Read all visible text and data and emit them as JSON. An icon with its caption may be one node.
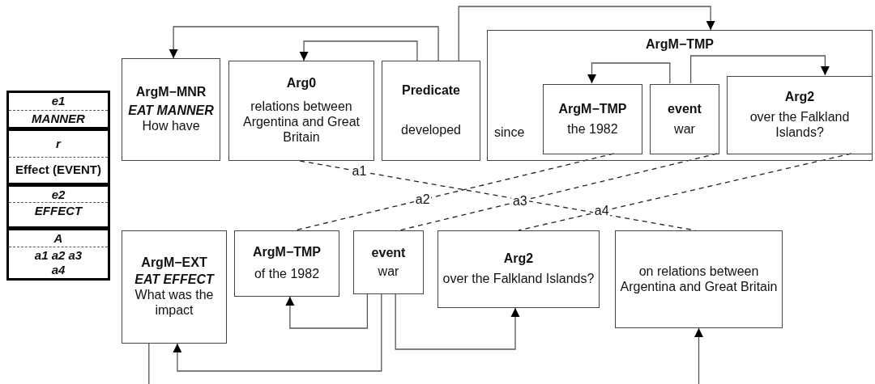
{
  "diagram": {
    "nodes": [
      {
        "text": [
          "e1",
          "MANNER"
        ]
      },
      {
        "text": [
          "r",
          "Effect (EVENT)"
        ]
      },
      {
        "text": [
          "e2",
          "EFFECT"
        ]
      },
      {
        "text": [
          "A",
          "a1 a2 a3 a4"
        ]
      },
      {
        "text": [
          "ArgM−MNR",
          "EAT MANNER",
          "How have"
        ]
      },
      {
        "text": [
          "Arg0",
          "relations between Argentina and Great Britain"
        ]
      },
      {
        "text": [
          "Predicate",
          "developed"
        ]
      },
      {
        "text": [
          "ArgM−TMP",
          "since"
        ]
      },
      {
        "text": [
          "ArgM−TMP",
          "the 1982"
        ],
        "in": 7
      },
      {
        "text": [
          "event",
          "war"
        ],
        "in": 7
      },
      {
        "text": [
          "Arg2",
          "over the Falkland Islands?"
        ],
        "in": 7
      },
      {
        "text": [
          "ArgM−EXT",
          "EAT EFFECT",
          "What was the impact"
        ]
      },
      {
        "text": [
          "ArgM−TMP",
          "of the 1982"
        ]
      },
      {
        "text": [
          "event",
          "war"
        ]
      },
      {
        "text": [
          "Arg2",
          "over the Falkland Islands?"
        ]
      },
      {
        "text": [
          "on relations between Argentina and Great Britain"
        ]
      }
    ],
    "edges": [
      {
        "from": 6,
        "to": 4,
        "arrow": "to"
      },
      {
        "from": 6,
        "to": 5,
        "arrow": "to"
      },
      {
        "from": 6,
        "to": 7,
        "arrow": "to"
      },
      {
        "from": 9,
        "to": 8,
        "arrow": "to"
      },
      {
        "from": 9,
        "to": 10,
        "arrow": "to"
      },
      {
        "from": 13,
        "to": 12,
        "arrow": "to"
      },
      {
        "from": 13,
        "to": 11,
        "arrow": "to"
      },
      {
        "from": 13,
        "to": 14,
        "arrow": "to"
      },
      {
        "from": 11,
        "to": null,
        "arrow": "none"
      },
      {
        "from": null,
        "to": 15,
        "arrow": "to"
      },
      {
        "from": 5,
        "to": 15,
        "arrow": "none",
        "style": "dashed",
        "label": "a1"
      },
      {
        "from": 8,
        "to": 12,
        "arrow": "none",
        "style": "dashed",
        "label": "a2"
      },
      {
        "from": 9,
        "to": 13,
        "arrow": "none",
        "style": "dashed",
        "label": "a3"
      },
      {
        "from": 10,
        "to": 14,
        "arrow": "none",
        "style": "dashed",
        "label": "a4"
      }
    ]
  }
}
